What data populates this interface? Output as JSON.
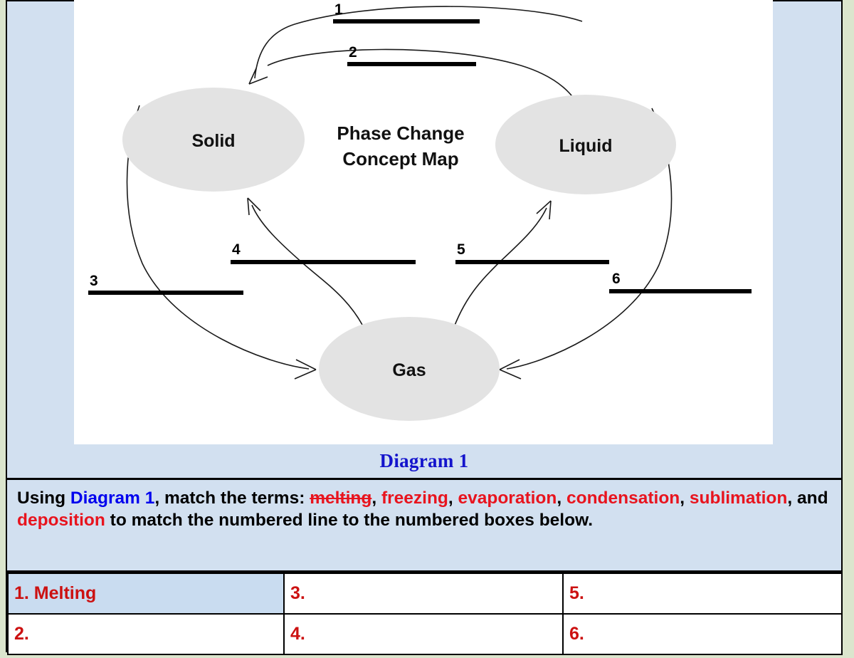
{
  "diagram": {
    "title_line1": "Phase Change",
    "title_line2": "Concept Map",
    "nodes": [
      {
        "id": "solid",
        "label": "Solid"
      },
      {
        "id": "liquid",
        "label": "Liquid"
      },
      {
        "id": "gas",
        "label": "Gas"
      }
    ],
    "blank_lines": [
      {
        "number": "1",
        "from": "liquid",
        "to": "solid"
      },
      {
        "number": "2",
        "from": "solid",
        "to": "liquid"
      },
      {
        "number": "3",
        "from": "solid",
        "to": "gas"
      },
      {
        "number": "4",
        "from": "gas",
        "to": "solid"
      },
      {
        "number": "5",
        "from": "gas",
        "to": "liquid"
      },
      {
        "number": "6",
        "from": "liquid",
        "to": "gas"
      }
    ],
    "caption": "Diagram 1"
  },
  "instruction": {
    "p1": "Using ",
    "ref": "Diagram 1",
    "p2": ", match the terms: ",
    "term_melting": "melting",
    "sep1": ", ",
    "term_freezing": "freezing",
    "sep2": ", ",
    "term_evaporation": "evaporation",
    "sep3": ", ",
    "term_condensation": "condensation",
    "sep4": ", ",
    "term_sublimation": "sublimation",
    "sep5": ", and ",
    "term_deposition": "deposition",
    "p3": " to match the numbered line to the numbered boxes below."
  },
  "answers": {
    "rows": [
      [
        {
          "label": "1. Melting",
          "filled": true
        },
        {
          "label": "3.",
          "filled": false
        },
        {
          "label": "5.",
          "filled": false
        }
      ],
      [
        {
          "label": "2.",
          "filled": false
        },
        {
          "label": "4.",
          "filled": false
        },
        {
          "label": "6.",
          "filled": false
        }
      ]
    ]
  },
  "colors": {
    "page_bg": "#dbe5cd",
    "panel_bg": "#d2e0f0",
    "diagram_bg": "#ffffff",
    "node_fill": "#e3e3e3",
    "caption_blue": "#1414cc",
    "term_red": "#e8141e",
    "answer_red": "#cc1111",
    "highlight_cell": "#c9dcf0"
  }
}
